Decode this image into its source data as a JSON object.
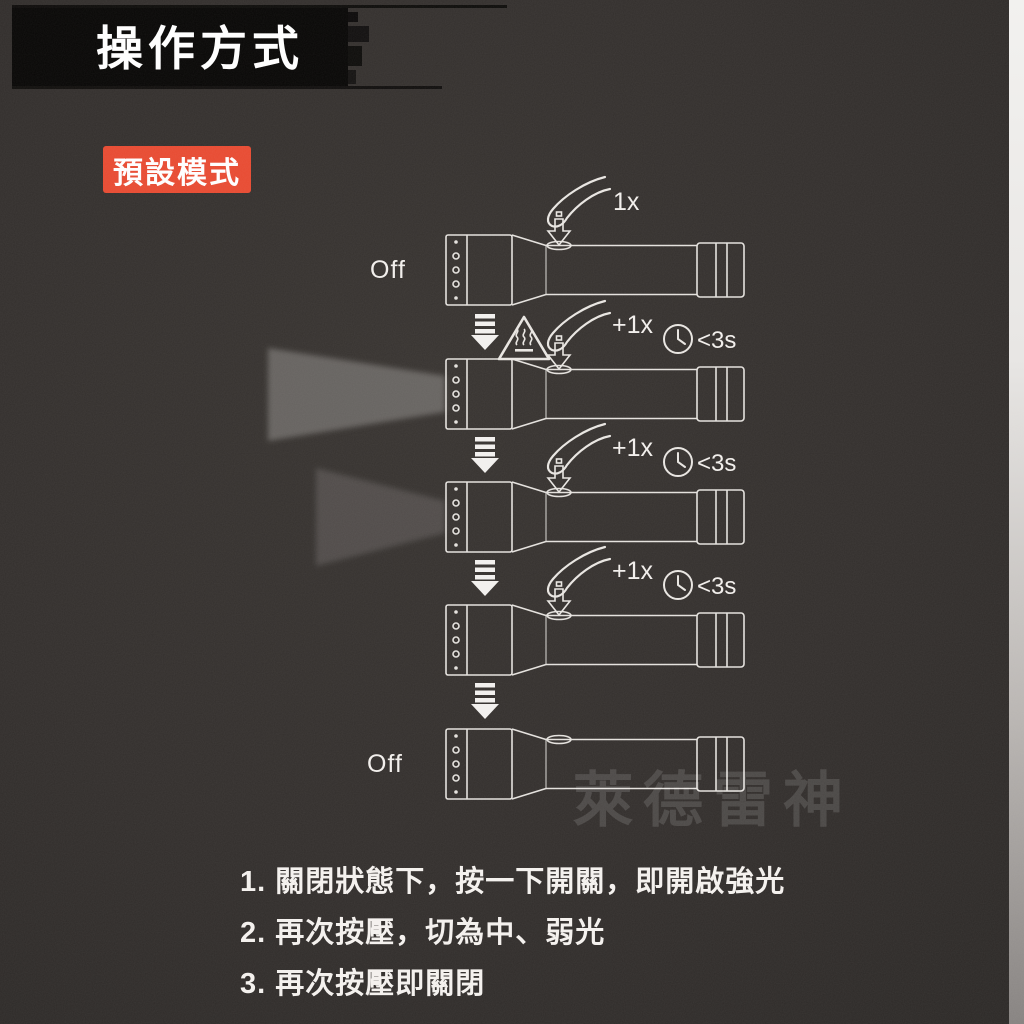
{
  "header": {
    "title": "操作方式"
  },
  "badge": {
    "label": "預設模式",
    "color": "#e84a31"
  },
  "diagram": {
    "rows": [
      {
        "state": "Off",
        "press": "1x",
        "timer": "",
        "warning": false,
        "beam": "none"
      },
      {
        "state": "",
        "press": "+1x",
        "timer": "<3s",
        "warning": true,
        "beam": "strong"
      },
      {
        "state": "",
        "press": "+1x",
        "timer": "<3s",
        "warning": false,
        "beam": "medium"
      },
      {
        "state": "",
        "press": "+1x",
        "timer": "<3s",
        "warning": false,
        "beam": "none"
      },
      {
        "state": "Off",
        "press": "",
        "timer": "",
        "warning": false,
        "beam": "none"
      }
    ],
    "icons": [
      "finger-press-icon",
      "press-arrow-icon",
      "sequence-arrow-icon",
      "clock-icon",
      "hot-surface-warning-icon"
    ]
  },
  "watermark": {
    "text": "萊德雷神"
  },
  "instructions": [
    "1. 關閉狀態下，按一下開關，即開啟強光",
    "2. 再次按壓，切為中、弱光",
    "3. 再次按壓即關閉"
  ],
  "colors": {
    "background": "#322e2c",
    "line": "#e6e3df",
    "accent": "#e84a31",
    "banner": "#070605"
  }
}
